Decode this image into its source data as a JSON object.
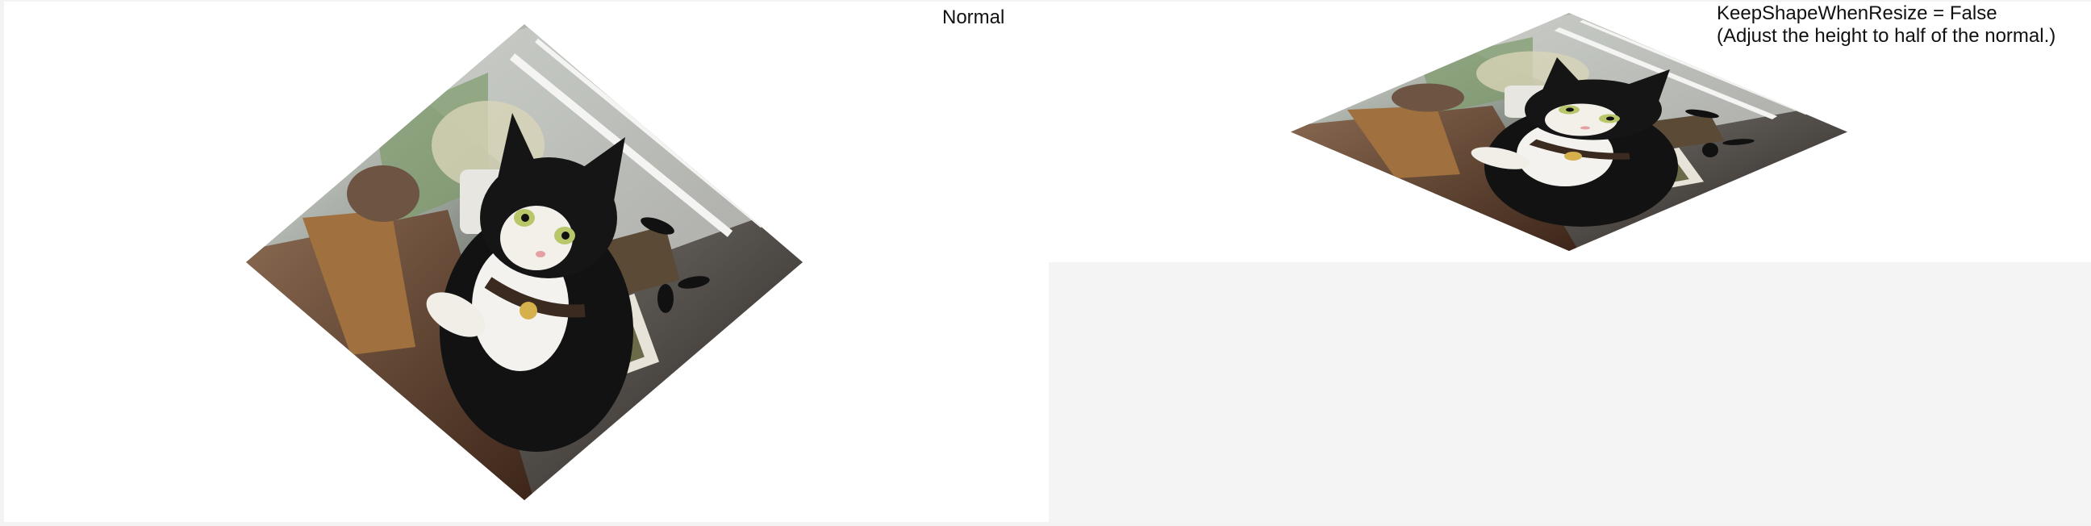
{
  "panels": {
    "normal": {
      "caption": "Normal",
      "image": "cat-photo-rotated-diamond"
    },
    "resized": {
      "caption_line1": "KeepShapeWhenResize = False",
      "caption_line2": "(Adjust the height to half of the normal.)",
      "image": "cat-photo-rotated-diamond-squashed"
    }
  },
  "colors": {
    "background": "#f3f3f3",
    "panel": "#ffffff",
    "text": "#111111"
  }
}
